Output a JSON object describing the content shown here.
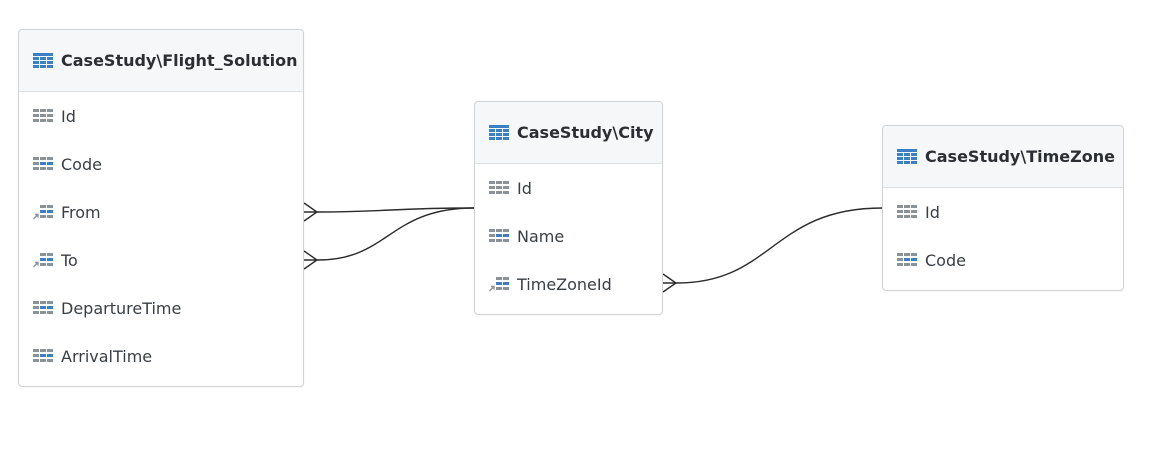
{
  "diagram": {
    "entities": {
      "flight_solution": {
        "title": "CaseStudy\\Flight_Solution",
        "fields": [
          "Id",
          "Code",
          "From",
          "To",
          "DepartureTime",
          "ArrivalTime"
        ]
      },
      "city": {
        "title": "CaseStudy\\City",
        "fields": [
          "Id",
          "Name",
          "TimeZoneId"
        ]
      },
      "timezone": {
        "title": "CaseStudy\\TimeZone",
        "fields": [
          "Id",
          "Code"
        ]
      }
    },
    "relations": [
      {
        "from": "flight_solution.From",
        "to": "city.Id",
        "from_end": "many"
      },
      {
        "from": "flight_solution.To",
        "to": "city.Id",
        "from_end": "many"
      },
      {
        "from": "city.TimeZoneId",
        "to": "timezone.Id",
        "from_end": "many"
      }
    ],
    "icons": {
      "entity": "table-icon",
      "primary_key": "key-column-icon",
      "column": "column-icon",
      "foreign_key": "foreign-key-column-icon"
    },
    "colors": {
      "entity_icon": "#3b7fc4",
      "column_icon": "#8c9196",
      "line": "#2b2b2b"
    }
  }
}
